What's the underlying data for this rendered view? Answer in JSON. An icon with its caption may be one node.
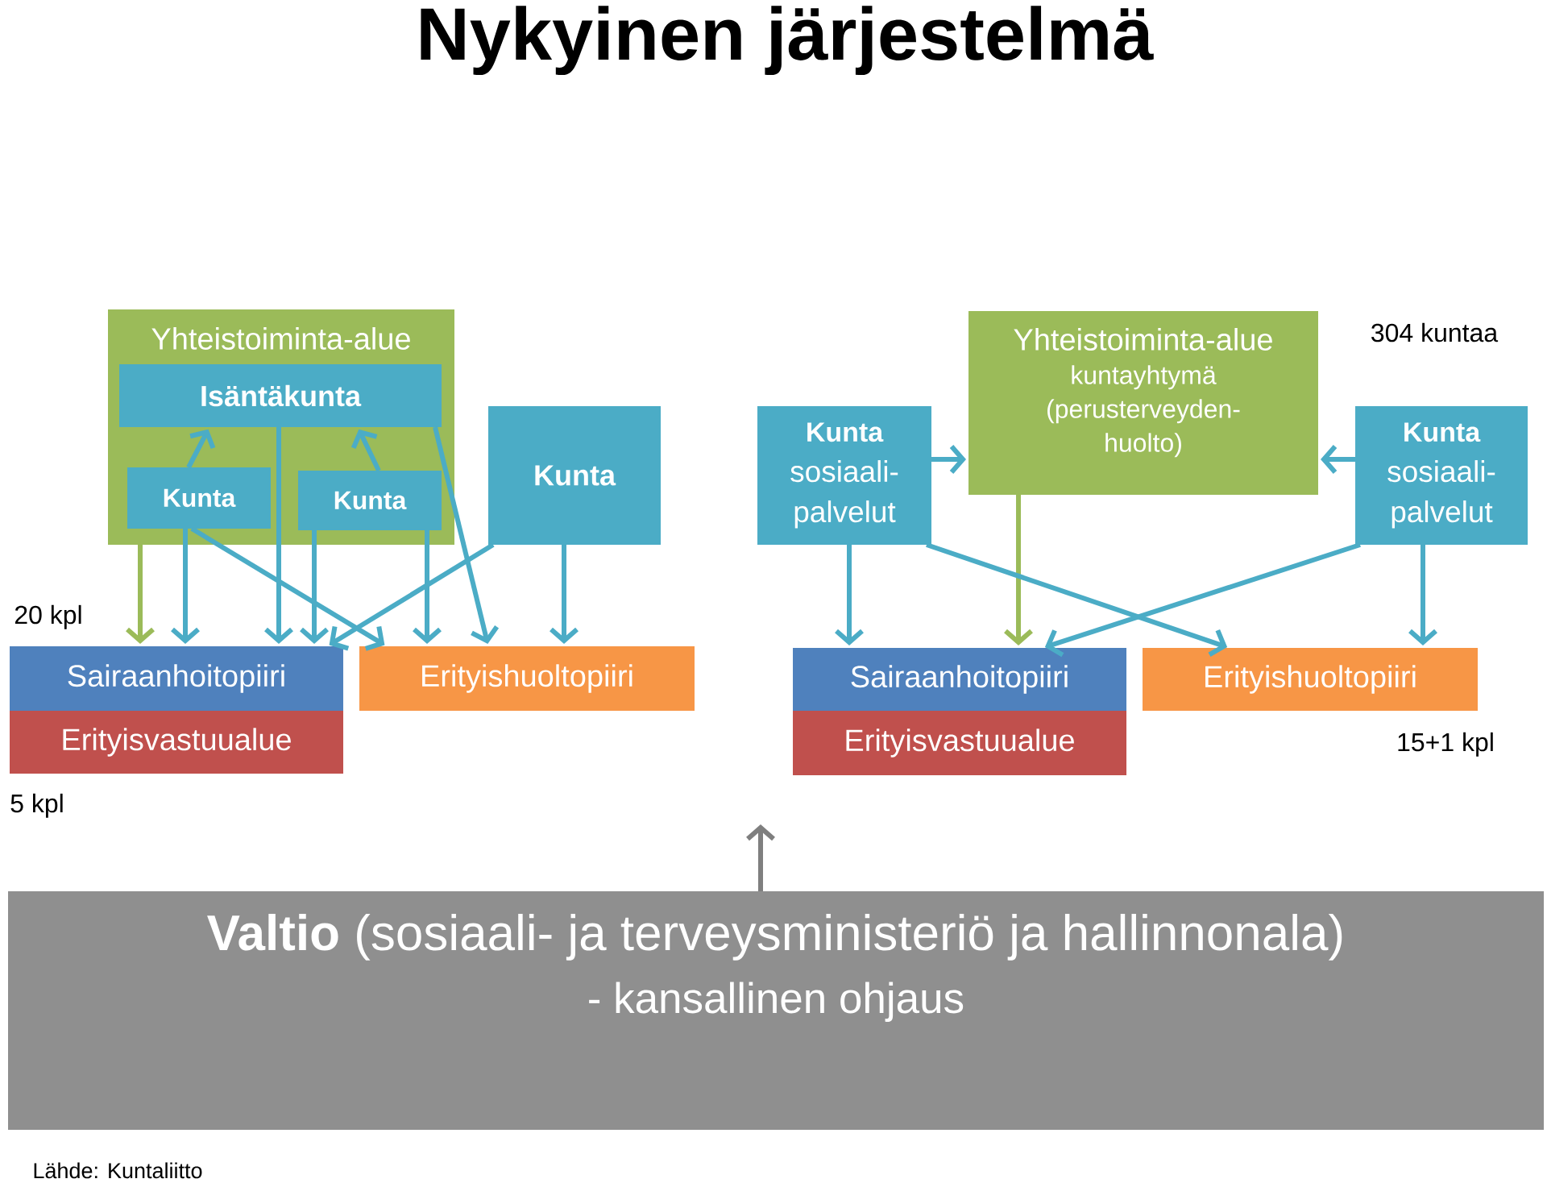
{
  "diagram": {
    "title": "Nykyinen järjestelmä",
    "nodes": [
      {
        "text": [
          "Yhteistoiminta-alue"
        ]
      },
      {
        "text": [
          "Isäntäkunta"
        ],
        "in": 0
      },
      {
        "text": [
          "Kunta"
        ],
        "in": 0
      },
      {
        "text": [
          "Kunta"
        ],
        "in": 0
      },
      {
        "text": [
          "Kunta"
        ]
      },
      {
        "text": [
          "Kunta",
          "sosiaali-palvelut"
        ]
      },
      {
        "text": [
          "Yhteistoiminta-alue",
          "kuntayhtymä (perusterveyden-huolto)"
        ]
      },
      {
        "text": [
          "Kunta",
          "sosiaali-palvelut"
        ],
        "beside": [
          "304 kuntaa"
        ]
      },
      {
        "text": [
          "Sairaanhoitopiiri"
        ],
        "beside": [
          "20 kpl"
        ]
      },
      {
        "text": [
          "Erityisvastuualue"
        ],
        "beside": [
          "5 kpl"
        ]
      },
      {
        "text": [
          "Erityishuoltopiiri"
        ]
      },
      {
        "text": [
          "Sairaanhoitopiiri"
        ]
      },
      {
        "text": [
          "Erityisvastuualue"
        ]
      },
      {
        "text": [
          "Erityishuoltopiiri"
        ],
        "beside": [
          "15+1 kpl"
        ]
      },
      {
        "text": [
          "**Valtio** (sosiaali- ja terveysministeriö ja hallinnonala)",
          "- kansallinen ohjaus"
        ]
      }
    ],
    "edges": [
      {
        "from": 2,
        "to": 1,
        "arrow": "to"
      },
      {
        "from": 3,
        "to": 1,
        "arrow": "to"
      },
      {
        "from": 0,
        "to": 8,
        "arrow": "to",
        "color": "#9bbb59"
      },
      {
        "from": 2,
        "to": 8,
        "arrow": "to"
      },
      {
        "from": 2,
        "to": 10,
        "arrow": "to"
      },
      {
        "from": 1,
        "to": 8,
        "arrow": "to"
      },
      {
        "from": 3,
        "to": 8,
        "arrow": "to"
      },
      {
        "from": 3,
        "to": 10,
        "arrow": "to"
      },
      {
        "from": 4,
        "to": 8,
        "arrow": "to"
      },
      {
        "from": 1,
        "to": 10,
        "arrow": "to"
      },
      {
        "from": 4,
        "to": 10,
        "arrow": "to"
      },
      {
        "from": 5,
        "to": 6,
        "arrow": "to"
      },
      {
        "from": 7,
        "to": 6,
        "arrow": "to"
      },
      {
        "from": 5,
        "to": 11,
        "arrow": "to"
      },
      {
        "from": 6,
        "to": 11,
        "arrow": "to",
        "color": "#9bbb59"
      },
      {
        "from": 5,
        "to": 13,
        "arrow": "to"
      },
      {
        "from": 7,
        "to": 11,
        "arrow": "to"
      },
      {
        "from": 7,
        "to": 13,
        "arrow": "to"
      },
      {
        "from": 14,
        "to": null,
        "arrow": "to",
        "color": "#7f7f7f"
      }
    ],
    "labels": [
      "Lähde: Kuntaliitto"
    ]
  }
}
